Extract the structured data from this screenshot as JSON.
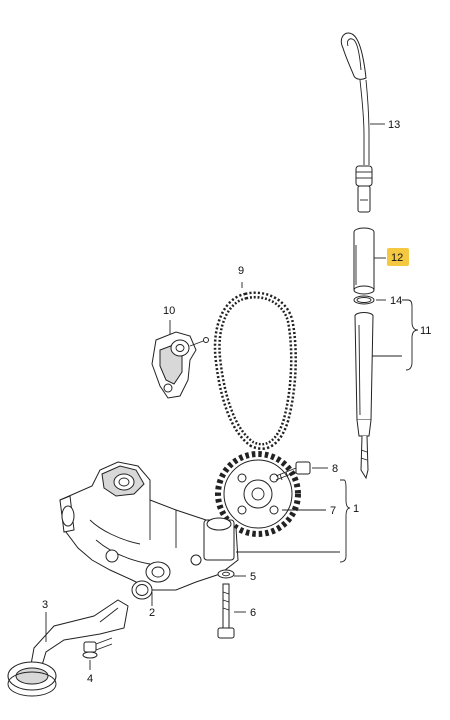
{
  "diagram": {
    "highlight_color": "#f5c842",
    "callouts": [
      {
        "id": "c1",
        "label": "1"
      },
      {
        "id": "c2",
        "label": "2"
      },
      {
        "id": "c3",
        "label": "3"
      },
      {
        "id": "c4",
        "label": "4"
      },
      {
        "id": "c5",
        "label": "5"
      },
      {
        "id": "c6",
        "label": "6"
      },
      {
        "id": "c7",
        "label": "7"
      },
      {
        "id": "c8",
        "label": "8"
      },
      {
        "id": "c9",
        "label": "9"
      },
      {
        "id": "c10",
        "label": "10"
      },
      {
        "id": "c11",
        "label": "11"
      },
      {
        "id": "c12",
        "label": "12",
        "highlighted": true
      },
      {
        "id": "c13",
        "label": "13"
      },
      {
        "id": "c14",
        "label": "14"
      }
    ]
  }
}
